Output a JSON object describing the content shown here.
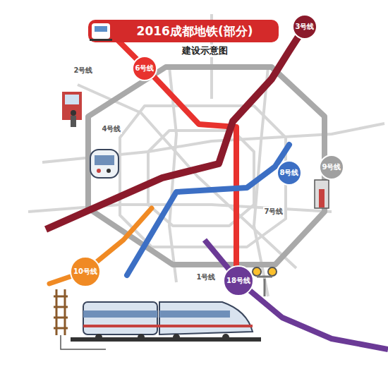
{
  "diagram": {
    "title": "2016成都地铁(部分)",
    "nodes": [
      {
        "text": [
          "3号线"
        ]
      },
      {
        "text": [
          "6号线"
        ]
      },
      {
        "text": [
          "8号线"
        ]
      },
      {
        "text": [
          "9号线"
        ]
      },
      {
        "text": [
          "10号线"
        ]
      },
      {
        "text": [
          "18号线"
        ]
      }
    ],
    "labels": [
      "建设示意图",
      "2号线",
      "4号线",
      "7号线",
      "1号线"
    ]
  }
}
